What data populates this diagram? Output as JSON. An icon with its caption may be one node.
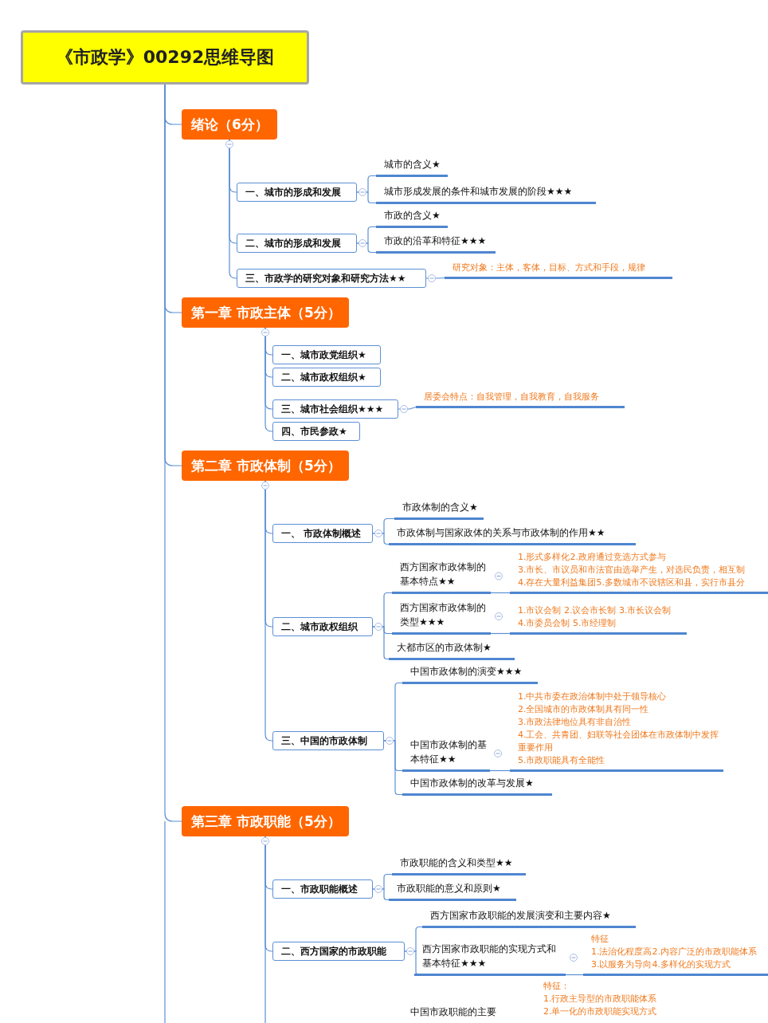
{
  "diagram": {
    "nodes": [
      {
        "text": [
          "《市政学》00292思维导图"
        ]
      },
      {
        "text": [
          "绪论（6分）"
        ]
      },
      {
        "text": [
          "一、城市的形成和发展"
        ]
      },
      {
        "text": [
          "城市的含义★"
        ]
      },
      {
        "text": [
          "城市形成发展的条件和城市发展的阶段★★★"
        ]
      },
      {
        "text": [
          "二、城市的形成和发展"
        ]
      },
      {
        "text": [
          "市政的含义★"
        ]
      },
      {
        "text": [
          "市政的沿革和特征★★★"
        ]
      },
      {
        "text": [
          "三、市政学的研究对象和研究方法★★"
        ]
      },
      {
        "text": [
          "研究对象：主体，客体，目标、方式和手段，规律"
        ]
      },
      {
        "text": [
          "第一章 市政主体（5分）"
        ]
      },
      {
        "text": [
          "一、城市政党组织★"
        ]
      },
      {
        "text": [
          "二、城市政权组织★"
        ]
      },
      {
        "text": [
          "三、城市社会组织★★★"
        ]
      },
      {
        "text": [
          "四、市民参政★"
        ]
      },
      {
        "text": [
          "居委会特点：自我管理，自我教育，自我服务"
        ]
      },
      {
        "text": [
          "第二章 市政体制（5分）"
        ]
      },
      {
        "text": [
          "一、 市政体制概述"
        ]
      },
      {
        "text": [
          "市政体制的含义★"
        ]
      },
      {
        "text": [
          "市政体制与国家政体的关系与市政体制的作用★★"
        ]
      },
      {
        "text": [
          "二、城市政权组织"
        ]
      },
      {
        "text": [
          "西方国家市政体制的基本特点★★"
        ]
      },
      {
        "text": [
          "1.形式多样化2.政府通过竞选方式参与",
          "3.市长、市议员和市法官由选举产生，对选民负责，相互制",
          "4.存在大量利益集团5.多数城市不设辖区和县，实行市县分"
        ]
      },
      {
        "text": [
          "西方国家市政体制的类型★★★"
        ]
      },
      {
        "text": [
          "1.市议会制 2.议会市长制 3.市长议会制",
          "4.市委员会制 5.市经理制"
        ]
      },
      {
        "text": [
          "大都市区的市政体制★"
        ]
      },
      {
        "text": [
          "三、中国的市政体制"
        ]
      },
      {
        "text": [
          "中国市政体制的演变★★★"
        ]
      },
      {
        "text": [
          "中国市政体制的基本特征★★"
        ]
      },
      {
        "text": [
          "1.中共市委在政治体制中处于领导核心",
          "2.全国城市的市政体制具有同一性",
          "3.市政法律地位具有非自治性",
          "4.工会、共青团、妇联等社会团体在市政体制中发挥重要作用",
          "5.市政职能具有全能性"
        ]
      },
      {
        "text": [
          "中国市政体制的改革与发展★"
        ]
      },
      {
        "text": [
          "第三章 市政职能（5分）"
        ]
      },
      {
        "text": [
          "一、市政职能概述"
        ]
      },
      {
        "text": [
          "市政职能的含义和类型★★"
        ]
      },
      {
        "text": [
          "市政职能的意义和原则★"
        ]
      },
      {
        "text": [
          "二、西方国家的市政职能"
        ]
      },
      {
        "text": [
          "西方国家市政职能的发展演变和主要内容★"
        ]
      },
      {
        "text": [
          "西方国家市政职能的实现方式和基本特征★★★"
        ]
      },
      {
        "text": [
          "特征",
          "1.法治化程度高2.内容广泛的市政职能体系",
          "3.以服务为导向4.多样化的实现方式"
        ]
      },
      {
        "text": [
          "特征：",
          "1.行政主导型的市政职能体系",
          "2.单一化的市政职能实现方式"
        ]
      },
      {
        "text": [
          "中国市政职能的主要"
        ]
      }
    ],
    "edges": [
      {
        "from": 0,
        "to": 1,
        "arrow": "none"
      },
      {
        "from": 0,
        "to": 10,
        "arrow": "none"
      },
      {
        "from": 0,
        "to": 16,
        "arrow": "none"
      },
      {
        "from": 0,
        "to": 31,
        "arrow": "none"
      },
      {
        "from": 1,
        "to": 2,
        "arrow": "none"
      },
      {
        "from": 1,
        "to": 5,
        "arrow": "none"
      },
      {
        "from": 1,
        "to": 8,
        "arrow": "none"
      },
      {
        "from": 2,
        "to": 3,
        "arrow": "none"
      },
      {
        "from": 2,
        "to": 4,
        "arrow": "none"
      },
      {
        "from": 5,
        "to": 6,
        "arrow": "none"
      },
      {
        "from": 5,
        "to": 7,
        "arrow": "none"
      },
      {
        "from": 8,
        "to": 9,
        "arrow": "none"
      },
      {
        "from": 10,
        "to": 11,
        "arrow": "none"
      },
      {
        "from": 10,
        "to": 12,
        "arrow": "none"
      },
      {
        "from": 10,
        "to": 13,
        "arrow": "none"
      },
      {
        "from": 10,
        "to": 14,
        "arrow": "none"
      },
      {
        "from": 13,
        "to": 15,
        "arrow": "none"
      },
      {
        "from": 16,
        "to": 17,
        "arrow": "none"
      },
      {
        "from": 16,
        "to": 20,
        "arrow": "none"
      },
      {
        "from": 16,
        "to": 26,
        "arrow": "none"
      },
      {
        "from": 17,
        "to": 18,
        "arrow": "none"
      },
      {
        "from": 17,
        "to": 19,
        "arrow": "none"
      },
      {
        "from": 20,
        "to": 21,
        "arrow": "none"
      },
      {
        "from": 20,
        "to": 23,
        "arrow": "none"
      },
      {
        "from": 20,
        "to": 25,
        "arrow": "none"
      },
      {
        "from": 21,
        "to": 22,
        "arrow": "none"
      },
      {
        "from": 23,
        "to": 24,
        "arrow": "none"
      },
      {
        "from": 26,
        "to": 27,
        "arrow": "none"
      },
      {
        "from": 26,
        "to": 28,
        "arrow": "none"
      },
      {
        "from": 26,
        "to": 30,
        "arrow": "none"
      },
      {
        "from": 28,
        "to": 29,
        "arrow": "none"
      },
      {
        "from": 31,
        "to": 32,
        "arrow": "none"
      },
      {
        "from": 31,
        "to": 35,
        "arrow": "none"
      },
      {
        "from": 32,
        "to": 33,
        "arrow": "none"
      },
      {
        "from": 32,
        "to": 34,
        "arrow": "none"
      },
      {
        "from": 35,
        "to": 36,
        "arrow": "none"
      },
      {
        "from": 35,
        "to": 37,
        "arrow": "none"
      },
      {
        "from": 37,
        "to": 38,
        "arrow": "none"
      }
    ]
  }
}
